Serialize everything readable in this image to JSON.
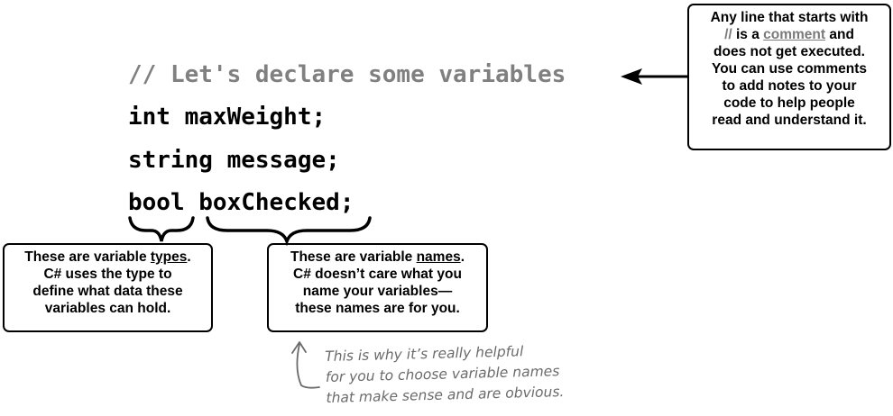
{
  "code": {
    "comment": "// Let's declare some variables",
    "line1": "int maxWeight;",
    "line2": "string message;",
    "line3_type": "bool",
    "line3_name": "boxChecked;"
  },
  "comment_callout": {
    "l1": "Any line that starts with",
    "l2_slashes": "//",
    "l2_mid": " is a ",
    "l2_word": "comment",
    "l2_end": " and",
    "l3": "does not get executed.",
    "l4": "You can use comments",
    "l5": "to add notes to your",
    "l6": "code to help people",
    "l7": "read and understand it."
  },
  "types_callout": {
    "l1_pre": "These are variable ",
    "l1_word": "types",
    "l1_end": ".",
    "l2": "C# uses the type to",
    "l3": "define what data these",
    "l4": "variables can hold."
  },
  "names_callout": {
    "l1_pre": "These are variable ",
    "l1_word": "names",
    "l1_end": ".",
    "l2": "C# doesn’t care what you",
    "l3": "name your variables—",
    "l4": "these names are for you."
  },
  "handwritten_note": {
    "l1": "This is why it’s really helpful",
    "l2": "for you to choose variable names",
    "l3": "that make sense and are obvious."
  },
  "colors": {
    "comment": "#808080",
    "note": "#6b6b6b"
  },
  "icons": [
    "left-arrow-icon",
    "brace-icon",
    "up-arrow-icon"
  ]
}
